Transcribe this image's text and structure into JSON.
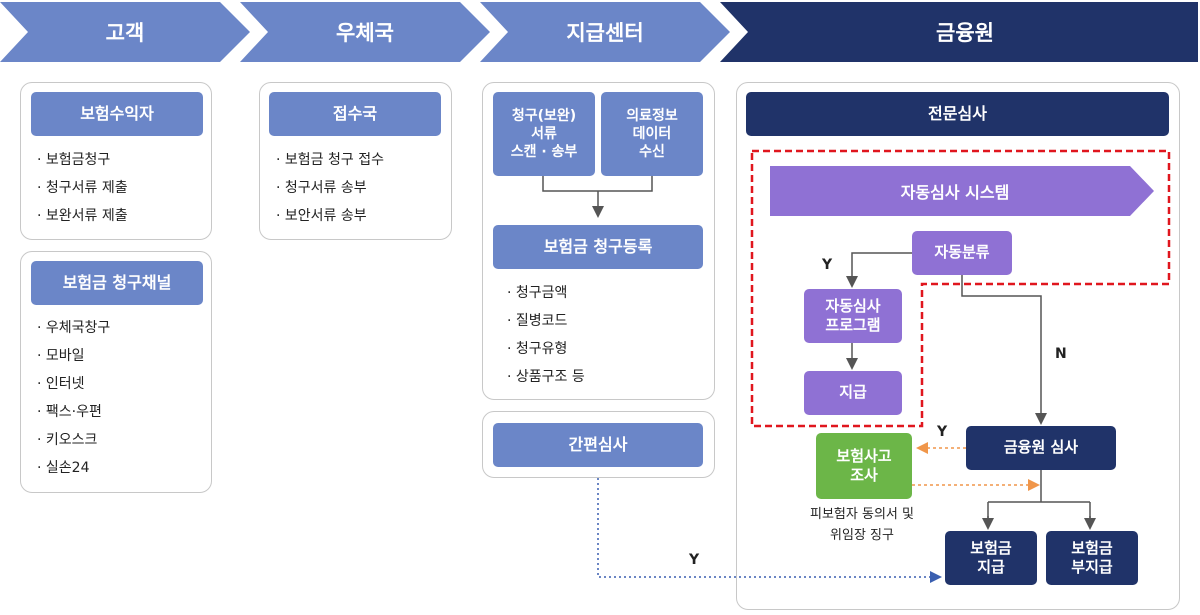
{
  "header": {
    "customer": "고객",
    "post_office": "우체국",
    "payment_center": "지급센터",
    "finance_center": "금융원"
  },
  "customer": {
    "beneficiary": {
      "title": "보험수익자",
      "items": [
        "보험금청구",
        "청구서류 제출",
        "보완서류 제출"
      ]
    },
    "channel": {
      "title": "보험금 청구채널",
      "items": [
        "우체국창구",
        "모바일",
        "인터넷",
        "팩스·우편",
        "키오스크",
        "실손24"
      ]
    }
  },
  "post_office": {
    "title": "접수국",
    "items": [
      "보험금 청구 접수",
      "청구서류 송부",
      "보안서류 송부"
    ]
  },
  "payment_center": {
    "scan": [
      "청구(보완)",
      "서류",
      "스캔 · 송부"
    ],
    "medical": [
      "의료정보",
      "데이터",
      "수신"
    ],
    "register": {
      "title": "보험금 청구등록",
      "items": [
        "청구금액",
        "질병코드",
        "청구유형",
        "상품구조 등"
      ]
    },
    "simple_review": "간편심사"
  },
  "finance_center": {
    "expert_review": "전문심사",
    "auto_system": "자동심사 시스템",
    "auto_classify": "자동분류",
    "auto_program": [
      "자동심사",
      "프로그램"
    ],
    "pay": "지급",
    "finance_review": "금융원 심사",
    "accident_survey": [
      "보험사고",
      "조사"
    ],
    "consent_note": [
      "피보험자 동의서 및",
      "위임장 징구"
    ],
    "insurance_pay": [
      "보험금",
      "지급"
    ],
    "insurance_nonpay": [
      "보험금",
      "부지급"
    ],
    "label_y1": "Y",
    "label_n": "N",
    "label_y2": "Y",
    "label_y3": "Y"
  },
  "colors": {
    "header_light": "#6b86c8",
    "header_dark": "#203369",
    "box_blue": "#6b86c8",
    "box_navy": "#203369",
    "box_purple": "#8f71d4",
    "box_green": "#6cb648",
    "dashed_red": "#e0161e"
  }
}
